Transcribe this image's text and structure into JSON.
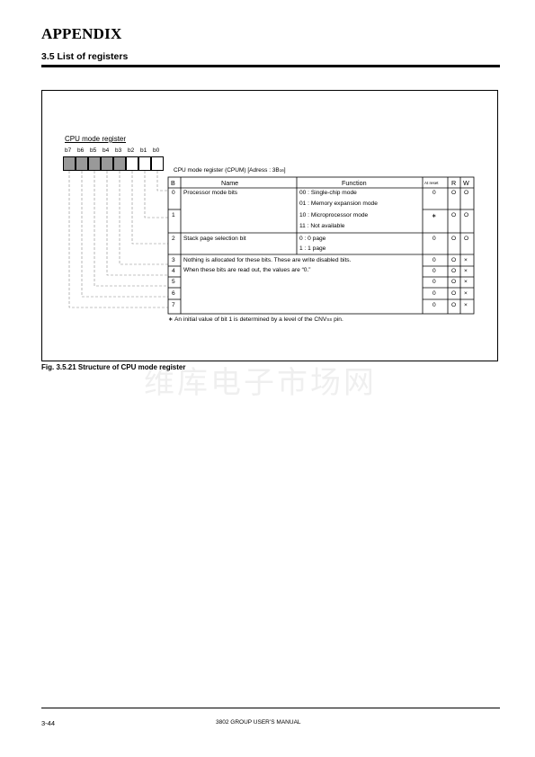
{
  "header": {
    "chapter": "APPENDIX",
    "section": "3.5 List of registers"
  },
  "register": {
    "title": "CPU mode register",
    "bit_labels": [
      "b7",
      "b6",
      "b5",
      "b4",
      "b3",
      "b2",
      "b1",
      "b0"
    ],
    "bit_fill": [
      "gray",
      "gray",
      "gray",
      "gray",
      "gray",
      "white",
      "white",
      "white"
    ]
  },
  "table": {
    "title_prefix": "CPU mode register (CPUM) [Adress : 3B",
    "title_sub": "16",
    "title_suffix": "]",
    "headers": {
      "b": "B",
      "name": "Name",
      "function": "Function",
      "reset": "At reset",
      "r": "R",
      "w": "W"
    },
    "rows": [
      {
        "bit": "0",
        "name": "Processor mode bits",
        "functions": [
          "00 : Single-chip mode",
          "01 : Memory expansion mode"
        ],
        "reset": "0",
        "r": "O",
        "w": "O"
      },
      {
        "bit": "1",
        "name": "",
        "functions": [
          "10 : Microprocessor mode",
          "11 : Not available"
        ],
        "reset": "∗",
        "r": "O",
        "w": "O"
      },
      {
        "bit": "2",
        "name": "Stack page selection  bit",
        "functions": [
          "0 : 0 page",
          "1 : 1 page"
        ],
        "reset": "0",
        "r": "O",
        "w": "O"
      },
      {
        "bit": "3",
        "reset": "0",
        "r": "O",
        "w": "×"
      },
      {
        "bit": "4",
        "reset": "0",
        "r": "O",
        "w": "×"
      },
      {
        "bit": "5",
        "reset": "0",
        "r": "O",
        "w": "×"
      },
      {
        "bit": "6",
        "reset": "0",
        "r": "O",
        "w": "×"
      },
      {
        "bit": "7",
        "reset": "0",
        "r": "O",
        "w": "×"
      }
    ],
    "unused_note_lines": [
      "Nothing is allocated for these bits. These are write disabled bits.",
      "When these bits are read out, the values are “0.”"
    ],
    "footnote_prefix": "∗ An initial value of bit 1 is determined by a level of the  CNV",
    "footnote_sub": "SS",
    "footnote_suffix": " pin."
  },
  "figure_caption": "Fig. 3.5.21 Structure of CPU mode register",
  "watermark": "维库电子市场网",
  "footer": {
    "page_number": "3-44",
    "manual_title": "3802 GROUP USER’S MANUAL"
  }
}
